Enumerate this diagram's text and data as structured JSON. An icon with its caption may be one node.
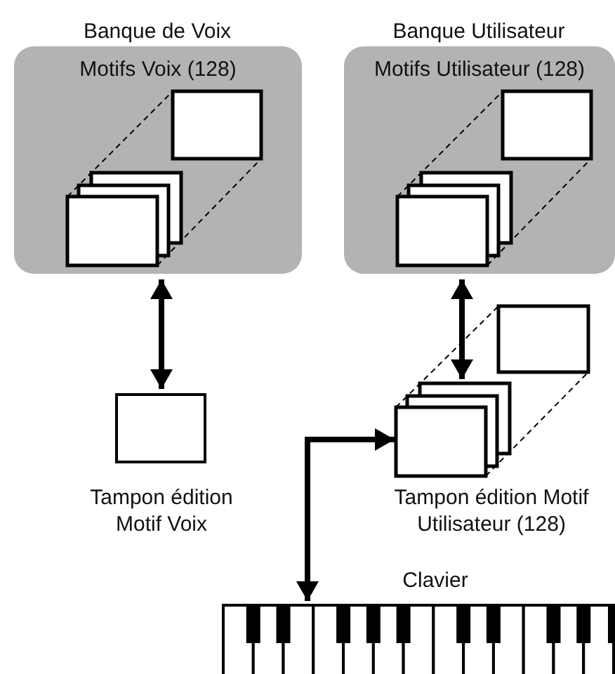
{
  "diagram": {
    "nodes": [
      {
        "text": [
          "Motifs Voix (128)"
        ],
        "beside": [
          "Banque de Voix"
        ]
      },
      {
        "text": [
          "Motifs Utilisateur (128)"
        ],
        "beside": [
          "Banque Utilisateur"
        ]
      },
      {
        "text": [],
        "shape": "box",
        "beside": [
          "Tampon édition Motif Voix"
        ]
      },
      {
        "text": [],
        "shape": "stack",
        "beside": [
          "Tampon édition Motif Utilisateur (128)"
        ]
      },
      {
        "text": [],
        "shape": "keyboard",
        "beside": [
          "Clavier"
        ]
      }
    ],
    "edges": [
      {
        "from": 0,
        "to": 2,
        "arrow": "both"
      },
      {
        "from": 1,
        "to": 3,
        "arrow": "both"
      },
      {
        "from": 3,
        "to": 4,
        "arrow": "both"
      }
    ]
  }
}
